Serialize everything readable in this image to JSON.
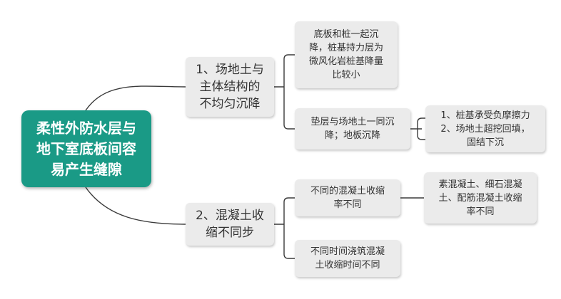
{
  "mindmap": {
    "root": {
      "label": "柔性外防水层与\n地下室底板间容\n易产生缝隙"
    },
    "branch1": {
      "label": "1、场地土与\n主体结构的\n不均匀沉降",
      "child1": {
        "label": "底板和桩一起沉\n降，桩基持力层为\n微风化岩桩基降量\n比较小"
      },
      "child2": {
        "label": "垫层与场地土一同沉\n降；地板沉降",
        "child1": {
          "label": "1、桩基承受负摩擦力\n2、场地土超挖回填，\n固结下沉"
        }
      }
    },
    "branch2": {
      "label": "2、混凝土收\n缩不同步",
      "child1": {
        "label": "不同的混凝土收缩\n率不同",
        "child1": {
          "label": "素混凝土、细石混凝\n土、配筋混凝土收缩\n率不同"
        }
      },
      "child2": {
        "label": "不同时间浇筑混凝\n土收缩时间不同"
      }
    }
  },
  "colors": {
    "root_fill": "#1a9a86",
    "node_fill": "#ebebeb",
    "link": "#3a3a3a"
  }
}
